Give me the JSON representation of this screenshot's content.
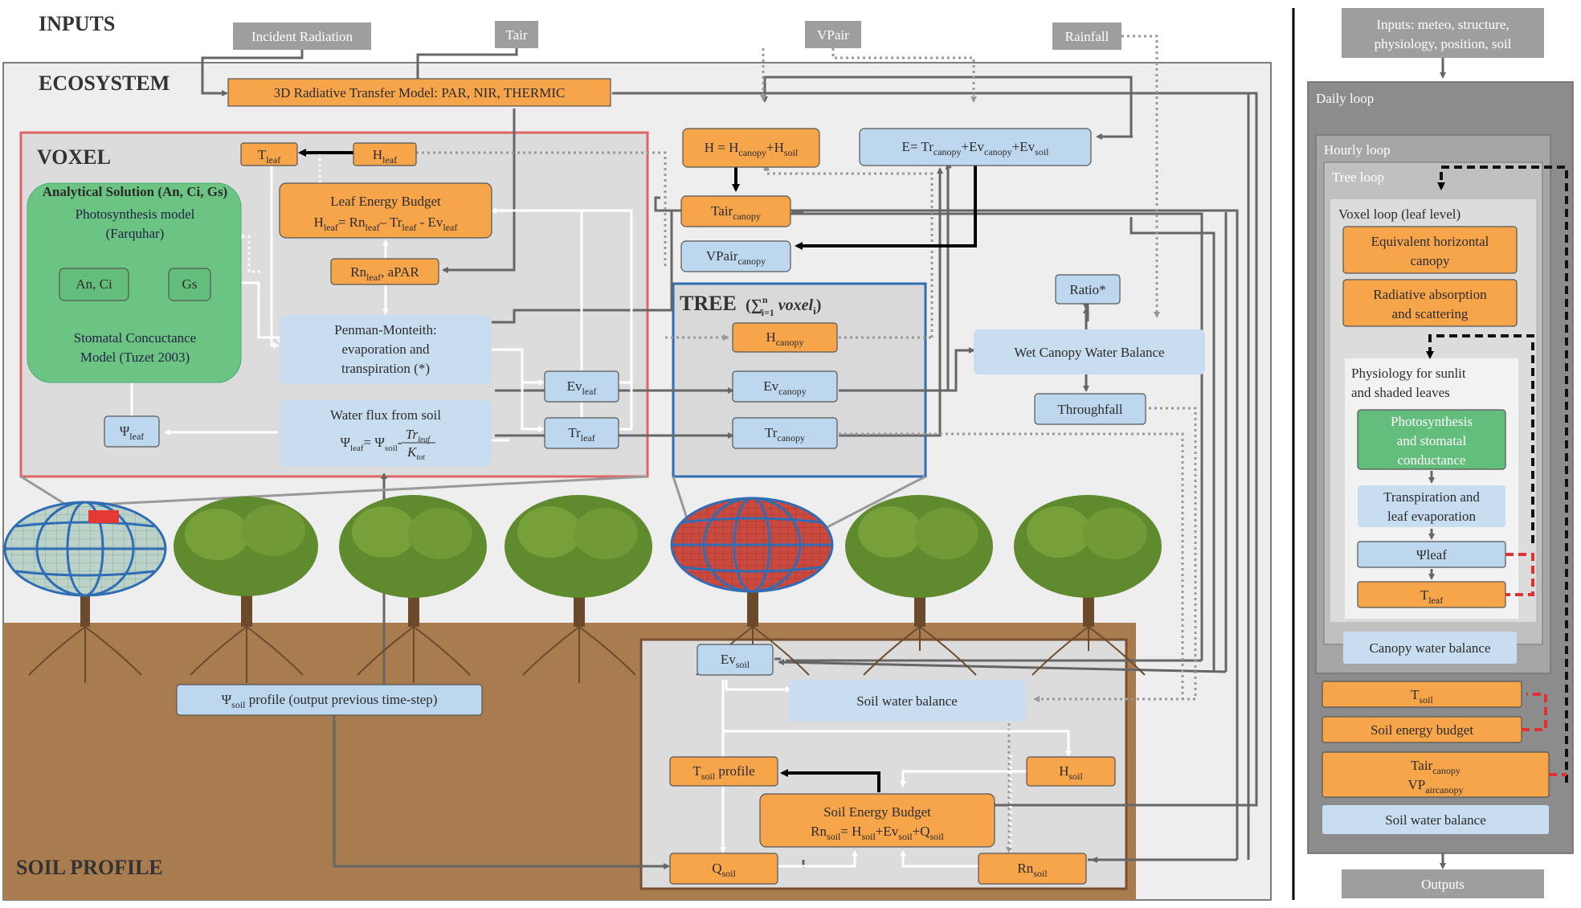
{
  "headings": {
    "inputs": "INPUTS",
    "ecosystem": "ECOSYSTEM",
    "voxel": "VOXEL",
    "tree": "TREE",
    "soil_profile": "SOIL PROFILE"
  },
  "inputs": {
    "incident_radiation": "Incident Radiation",
    "tair": "Tair",
    "vpair": "VPair",
    "rainfall": "Rainfall"
  },
  "ecosystem": {
    "radiative_model": "3D Radiative Transfer Model: PAR, NIR, THERMIC",
    "h_total": "H = H",
    "h_total_sub1": "canopy",
    "h_total_mid": "+H",
    "h_total_sub2": "soil",
    "e_total": "E= Tr",
    "e_sub1": "canopy",
    "e_mid1": "+Ev",
    "e_sub2": "canopy",
    "e_mid2": "+Ev",
    "e_sub3": "soil",
    "tair_canopy": "Tair",
    "tair_canopy_sub": "canopy",
    "vpair_canopy": "VPair",
    "vpair_canopy_sub": "canopy",
    "ratio": "Ratio*",
    "wet_canopy": "Wet Canopy  Water Balance",
    "throughfall": "Throughfall"
  },
  "voxel": {
    "analytical_title": "Analytical Solution (An, Ci, Gs)",
    "photosynthesis_line1": "Photosynthesis model",
    "photosynthesis_line2": "(Farquhar)",
    "an_ci": "An, Ci",
    "gs": "Gs",
    "stomatal_line1": "Stomatal Concuctance",
    "stomatal_line2": "Model (Tuzet 2003)",
    "t_leaf": "T",
    "t_leaf_sub": "leaf",
    "h_leaf": "H",
    "h_leaf_sub": "leaf",
    "leb_title": "Leaf Energy Budget",
    "leb_eq": "H",
    "leb_eq_parts": [
      "leaf",
      "= Rn",
      "leaf",
      "– Tr",
      "leaf",
      " - Ev",
      "leaf"
    ],
    "rn_leaf": "Rn",
    "rn_leaf_sub": "leaf",
    "rn_leaf_tail": ", aPAR",
    "pm_line1": "Penman-Monteith:",
    "pm_line2": "evaporation and",
    "pm_line3": "transpiration (*)",
    "ev_leaf": "Ev",
    "ev_leaf_sub": "leaf",
    "tr_leaf": "Tr",
    "tr_leaf_sub": "leaf",
    "psi_leaf": "Ψ",
    "psi_leaf_sub": "leaf",
    "water_flux_title": "Water flux from soil",
    "water_flux_eq": "Ψ",
    "water_flux_eq_parts": [
      "leaf",
      "= Ψ",
      "soil",
      "- "
    ],
    "water_flux_frac_num": "Tr",
    "water_flux_frac_num_sub": "leaf",
    "water_flux_frac_den": "K",
    "water_flux_frac_den_sub": "tot"
  },
  "tree": {
    "title_formula": "(∑",
    "title_formula_sup": "n",
    "title_formula_sub": "i=1",
    "title_formula_tail": " voxel",
    "title_formula_tail_sub": "i",
    "title_formula_close": ")",
    "h_canopy": "H",
    "h_canopy_sub": "canopy",
    "ev_canopy": "Ev",
    "ev_canopy_sub": "canopy",
    "tr_canopy": "Tr",
    "tr_canopy_sub": "canopy"
  },
  "soil": {
    "ev_soil": "Ev",
    "ev_soil_sub": "soil",
    "psi_profile": "Ψ",
    "psi_profile_sub": "soil",
    "psi_profile_tail": " profile (output previous time-step)",
    "water_balance": "Soil water balance",
    "t_profile": "T",
    "t_profile_sub": "soil",
    "t_profile_tail": " profile",
    "h_soil": "H",
    "h_soil_sub": "soil",
    "seb_title": "Soil Energy Budget",
    "seb_eq": "Rn",
    "seb_eq_parts": [
      "soil",
      "= H",
      "soil",
      "+Ev",
      "soil",
      "+Q",
      "soil"
    ],
    "q_soil": "Q",
    "q_soil_sub": "soil",
    "rn_soil": "Rn",
    "rn_soil_sub": "soil"
  },
  "flow": {
    "inputs_line1": "Inputs: meteo, structure,",
    "inputs_line2": "physiology, position, soil",
    "daily_loop": "Daily loop",
    "hourly_loop": "Hourly loop",
    "tree_loop": "Tree loop",
    "voxel_loop": "Voxel loop (leaf level)",
    "equiv_line1": "Equivalent horizontal",
    "equiv_line2": "canopy",
    "rad_line1": "Radiative absorption",
    "rad_line2": "and scattering",
    "phys_line1": "Physiology for sunlit",
    "phys_line2": "and shaded leaves",
    "photo_line1": "Photosynthesis",
    "photo_line2": "and stomatal",
    "photo_line3": "conductance",
    "transp_line1": "Transpiration and",
    "transp_line2": "leaf evaporation",
    "psi_leaf": "Ψleaf",
    "t_leaf": "T",
    "t_leaf_sub": "leaf",
    "canopy_water": "Canopy water balance",
    "t_soil": "T",
    "t_soil_sub": "soil",
    "soil_energy": "Soil energy budget",
    "tair_canopy": "Tair",
    "tair_canopy_sub": "canopy",
    "vp_aircanopy": "VP",
    "vp_aircanopy_sub": "aircanopy",
    "soil_water": "Soil water balance",
    "outputs": "Outputs"
  },
  "colors": {
    "orange": "#F7A54A",
    "blue": "#BDD7EE",
    "green": "#6CC483",
    "voxel_border": "#E06666",
    "tree_border": "#2F6DB5",
    "soil": "#A97C50",
    "panel_grey": "#E9E9E9"
  },
  "icons": {
    "voxel_globe": "voxel-grid-globe-icon",
    "tree_globe": "tree-crown-globe-icon",
    "tree": "tree-icon"
  }
}
